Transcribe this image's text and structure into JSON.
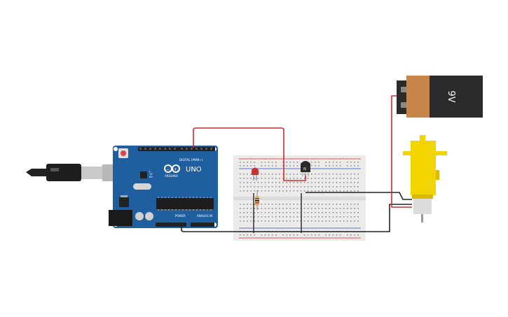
{
  "arduino": {
    "brand": "ARDUINO",
    "model": "UNO",
    "digital_label": "DIGITAL (PWM~)",
    "power_label": "POWER",
    "analog_label": "ANALOG IN",
    "led_labels": [
      "L",
      "TX",
      "RX"
    ]
  },
  "battery": {
    "label": "9V"
  },
  "transistor": {
    "label": "N"
  },
  "colors": {
    "board_blue": "#1f5f9f",
    "wire_red": "#d42a2a",
    "wire_black": "#222222",
    "battery_orange": "#c7874a",
    "motor_yellow": "#f2d400",
    "breadboard": "#ecebea"
  }
}
